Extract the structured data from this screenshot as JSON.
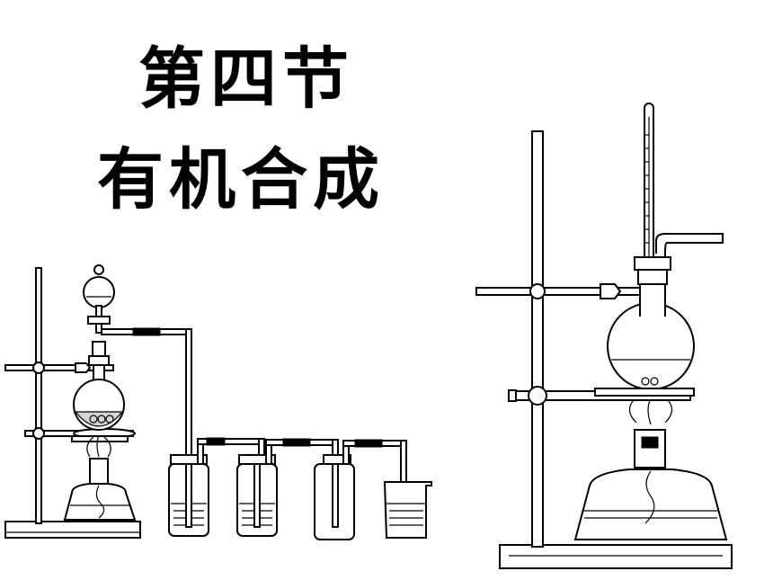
{
  "title": {
    "line1": "第四节",
    "line2": "有机合成"
  },
  "figures": [
    {
      "name": "gas-generation-apparatus"
    },
    {
      "name": "distillation-apparatus"
    }
  ]
}
